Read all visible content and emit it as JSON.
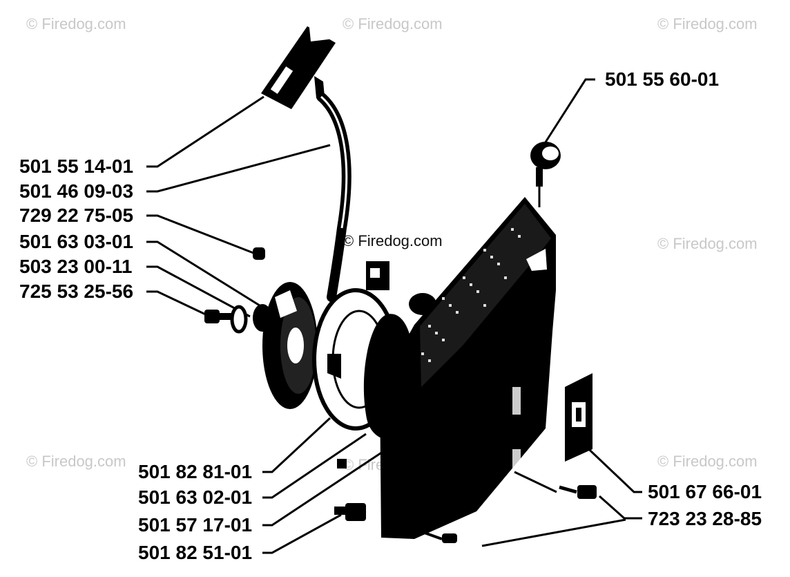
{
  "watermark": "© Firedog.com",
  "parts": {
    "p1": "501 55 14-01",
    "p2": "501 46 09-03",
    "p3": "729 22 75-05",
    "p4": "501 63 03-01",
    "p5": "503 23 00-11",
    "p6": "725 53 25-56",
    "p7": "501 55 60-01",
    "p8": "501 82 81-01",
    "p9": "501 63 02-01",
    "p10": "501 57 17-01",
    "p11": "501 82 51-01",
    "p12": "501 67 66-01",
    "p13": "723 23 28-85"
  },
  "colors": {
    "ink": "#000000",
    "paper": "#ffffff",
    "watermark": "#c8c8c8"
  }
}
